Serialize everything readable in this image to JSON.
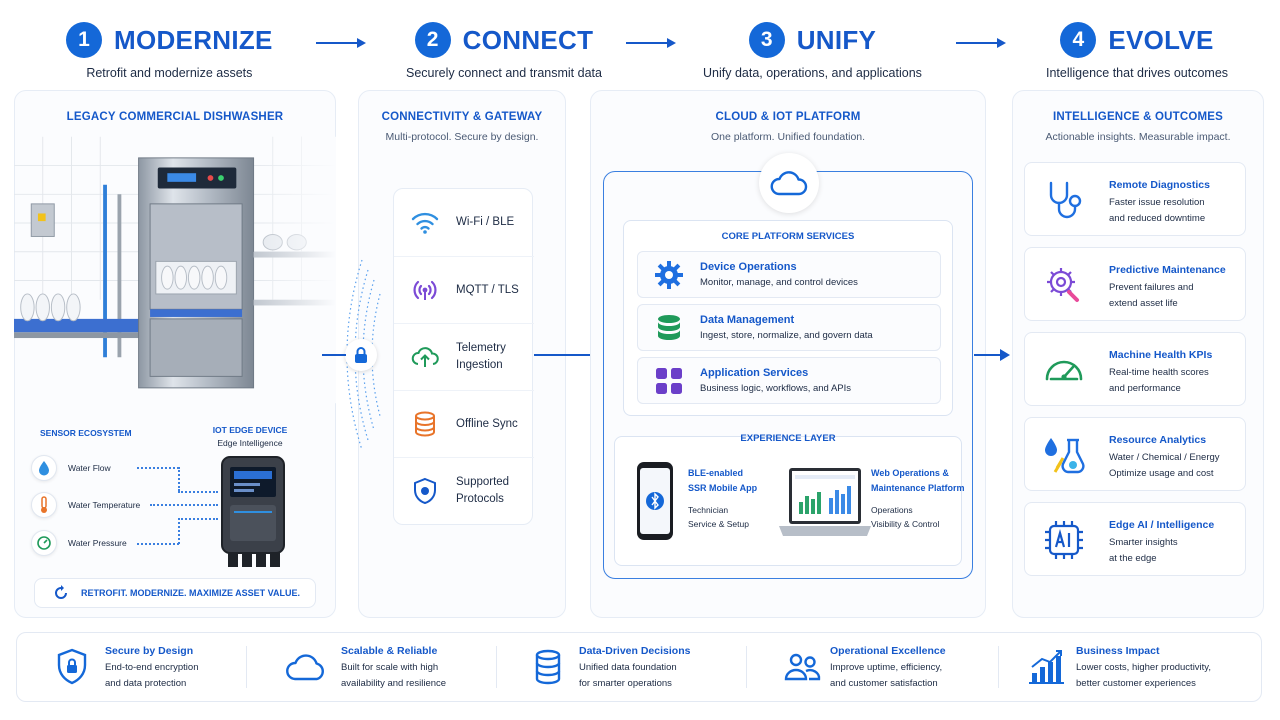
{
  "steps": [
    {
      "number": "1",
      "title": "MODERNIZE",
      "subtitle": "Retrofit and modernize assets"
    },
    {
      "number": "2",
      "title": "CONNECT",
      "subtitle": "Securely connect and transmit data"
    },
    {
      "number": "3",
      "title": "UNIFY",
      "subtitle": "Unify data, operations, and applications"
    },
    {
      "number": "4",
      "title": "EVOLVE",
      "subtitle": "Intelligence that drives outcomes"
    }
  ],
  "panel1": {
    "title": "LEGACY COMMERCIAL DISHWASHER",
    "sensor_title": "SENSOR ECOSYSTEM",
    "sensors": [
      {
        "label": "Water Flow",
        "icon": "water-drop-icon",
        "color": "#2f8fe0"
      },
      {
        "label": "Water Temperature",
        "icon": "thermometer-icon",
        "color": "#e8742a"
      },
      {
        "label": "Water Pressure",
        "icon": "pressure-gauge-icon",
        "color": "#1f9a5a"
      }
    ],
    "edge_title": "IOT EDGE DEVICE",
    "edge_sub": "Edge Intelligence",
    "tagline": "RETROFIT. MODERNIZE. MAXIMIZE ASSET VALUE."
  },
  "panel2": {
    "title": "CONNECTIVITY & GATEWAY",
    "subtitle": "Multi-protocol. Secure by design.",
    "items": [
      {
        "line1": "Wi-Fi / BLE",
        "line2": "",
        "icon": "wifi-icon",
        "color": "#2f8fe0"
      },
      {
        "line1": "MQTT / TLS",
        "line2": "",
        "icon": "broadcast-icon",
        "color": "#7b4ad6"
      },
      {
        "line1": "Telemetry",
        "line2": "Ingestion",
        "icon": "cloud-upload-icon",
        "color": "#1f9a5a"
      },
      {
        "line1": "Offline Sync",
        "line2": "",
        "icon": "database-icon",
        "color": "#e8742a"
      },
      {
        "line1": "Supported",
        "line2": "Protocols",
        "icon": "shield-icon",
        "color": "#1558c9"
      }
    ]
  },
  "panel3": {
    "title": "CLOUD & IOT PLATFORM",
    "subtitle": "One platform. Unified foundation.",
    "core_title": "CORE PLATFORM SERVICES",
    "services": [
      {
        "name": "Device Operations",
        "desc": "Monitor, manage, and control devices",
        "icon": "gear-icon",
        "color": "#1f6fe0"
      },
      {
        "name": "Data Management",
        "desc": "Ingest, store, normalize, and govern data",
        "icon": "database-icon",
        "color": "#1f9a5a"
      },
      {
        "name": "Application Services",
        "desc": "Business logic, workflows, and APIs",
        "icon": "app-grid-icon",
        "color": "#6b3fc9"
      }
    ],
    "experience_title": "EXPERIENCE LAYER",
    "experiences": [
      {
        "name1": "BLE-enabled",
        "name2": "SSR Mobile App",
        "desc1": "Technician",
        "desc2": "Service & Setup"
      },
      {
        "name1": "Web Operations &",
        "name2": "Maintenance Platform",
        "desc1": "Operations",
        "desc2": "Visibility & Control"
      }
    ]
  },
  "panel4": {
    "title": "INTELLIGENCE & OUTCOMES",
    "subtitle": "Actionable insights. Measurable impact.",
    "outcomes": [
      {
        "name": "Remote Diagnostics",
        "line1": "Faster issue resolution",
        "line2": "and reduced downtime",
        "icon": "stethoscope-icon",
        "color": "#1f6fe0"
      },
      {
        "name": "Predictive Maintenance",
        "line1": "Prevent failures and",
        "line2": "extend asset life",
        "icon": "gear-wrench-icon",
        "color": "#7b4ad6"
      },
      {
        "name": "Machine Health KPIs",
        "line1": "Real-time health scores",
        "line2": "and performance",
        "icon": "gauge-icon",
        "color": "#1f9a5a"
      },
      {
        "name": "Resource Analytics",
        "line1": "Water / Chemical / Energy",
        "line2": "Optimize usage and cost",
        "icon": "flask-icon",
        "color": "#1f6fe0"
      },
      {
        "name": "Edge AI / Intelligence",
        "line1": "Smarter insights",
        "line2": "at the edge",
        "icon": "ai-chip-icon",
        "color": "#1558c9"
      }
    ]
  },
  "benefits": [
    {
      "name": "Secure by Design",
      "line1": "End-to-end encryption",
      "line2": "and data protection",
      "icon": "shield-lock-icon"
    },
    {
      "name": "Scalable & Reliable",
      "line1": "Built for scale with high",
      "line2": "availability and resilience",
      "icon": "cloud-icon"
    },
    {
      "name": "Data-Driven Decisions",
      "line1": "Unified data foundation",
      "line2": "for smarter operations",
      "icon": "database-icon"
    },
    {
      "name": "Operational Excellence",
      "line1": "Improve uptime, efficiency,",
      "line2": "and customer satisfaction",
      "icon": "people-icon"
    },
    {
      "name": "Business Impact",
      "line1": "Lower costs, higher productivity,",
      "line2": "better customer experiences",
      "icon": "bar-chart-icon"
    }
  ]
}
